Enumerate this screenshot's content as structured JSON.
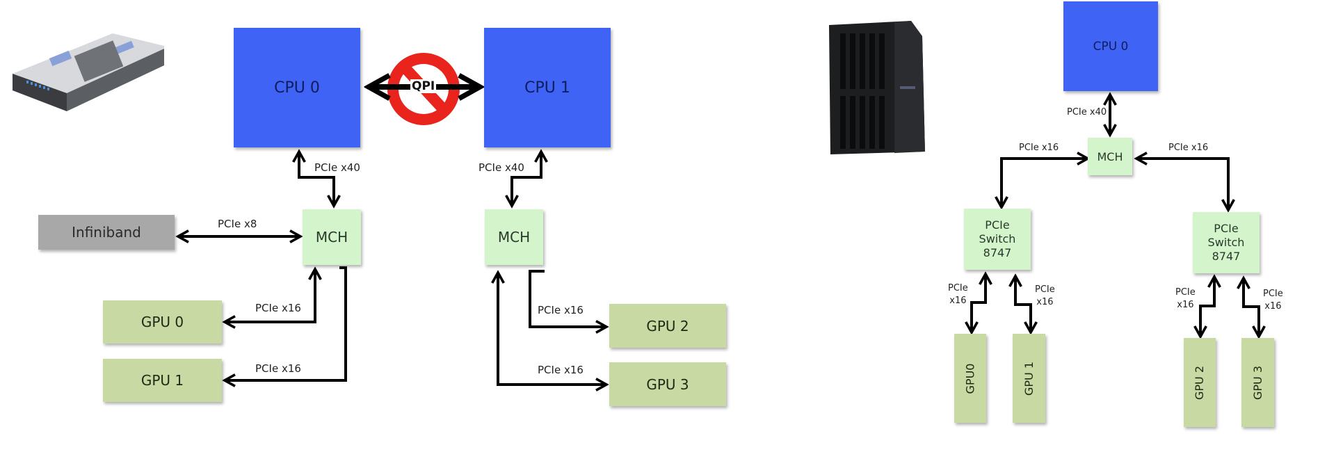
{
  "left_diagram": {
    "server_image": "rack-server-photo",
    "cpu0": "CPU 0",
    "cpu1": "CPU 1",
    "qpi": {
      "label": "QPI",
      "status": "disabled",
      "icon": "prohibited-icon"
    },
    "mch_left": "MCH",
    "mch_right": "MCH",
    "infiniband": "Infiniband",
    "gpus": [
      "GPU 0",
      "GPU 1",
      "GPU 2",
      "GPU 3"
    ],
    "links": {
      "cpu0_mch": "PCIe x40",
      "cpu1_mch": "PCIe x40",
      "ib_mch": "PCIe x8",
      "gpu0": "PCIe x16",
      "gpu1": "PCIe x16",
      "gpu2": "PCIe x16",
      "gpu3": "PCIe x16"
    }
  },
  "right_diagram": {
    "workstation_image": "tower-workstation-photo",
    "cpu0": "CPU 0",
    "mch": "MCH",
    "switch_left": [
      "PCIe",
      "Switch",
      "8747"
    ],
    "switch_right": [
      "PCIe",
      "Switch",
      "8747"
    ],
    "gpus": [
      "GPU0",
      "GPU 1",
      "GPU 2",
      "GPU 3"
    ],
    "links": {
      "cpu0_mch": "PCIe x40",
      "mch_switch_left": "PCIe x16",
      "mch_switch_right": "PCIe x16",
      "gpu_link_line1": "PCIe",
      "gpu_link_line2": "x16"
    }
  },
  "colors": {
    "cpu": "#3f64f5",
    "mch": "#d4f5cc",
    "gpu": "#c9d9a3",
    "infiniband": "#a8a8a8",
    "prohibit": "#e8241c"
  }
}
